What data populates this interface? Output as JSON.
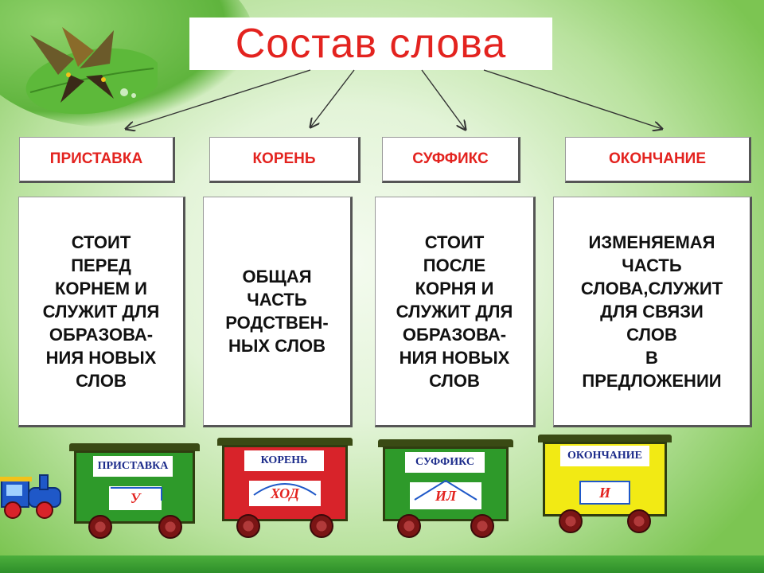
{
  "title": "Состав слова",
  "parts": [
    {
      "header": "ПРИСТАВКА",
      "description": "СТОИТ\nПЕРЕД\nКОРНЕМ И\nСЛУЖИТ ДЛЯ\nОБРАЗОВА-\nНИЯ НОВЫХ\nСЛОВ"
    },
    {
      "header": "КОРЕНЬ",
      "description": "ОБЩАЯ\nЧАСТЬ\nРОДСТВЕН-\nНЫХ СЛОВ"
    },
    {
      "header": "СУФФИКС",
      "description": "СТОИТ\nПОСЛЕ\nКОРНЯ И\nСЛУЖИТ ДЛЯ\nОБРАЗОВА-\nНИЯ НОВЫХ\nСЛОВ"
    },
    {
      "header": "ОКОНЧАНИЕ",
      "description": "ИЗМЕНЯЕМАЯ\nЧАСТЬ\nСЛОВА,СЛУЖИТ\nДЛЯ СВЯЗИ\nСЛОВ\nВ\nПРЕДЛОЖЕНИИ"
    }
  ],
  "wagons": [
    {
      "label": "ПРИСТАВКА",
      "morpheme": "У",
      "color": "#2e9a2a"
    },
    {
      "label": "КОРЕНЬ",
      "morpheme": "ХОД",
      "color": "#d8232a"
    },
    {
      "label": "СУФФИКС",
      "morpheme": "ИЛ",
      "color": "#2e9a2a"
    },
    {
      "label": "ОКОНЧАНИЕ",
      "morpheme": "И",
      "color": "#f2ea14"
    }
  ],
  "colors": {
    "accent_red": "#e3231f",
    "wagon_plate_text": "#1a2a8a"
  },
  "icons": [
    "butterfly-on-leaf-icon",
    "locomotive-icon"
  ]
}
